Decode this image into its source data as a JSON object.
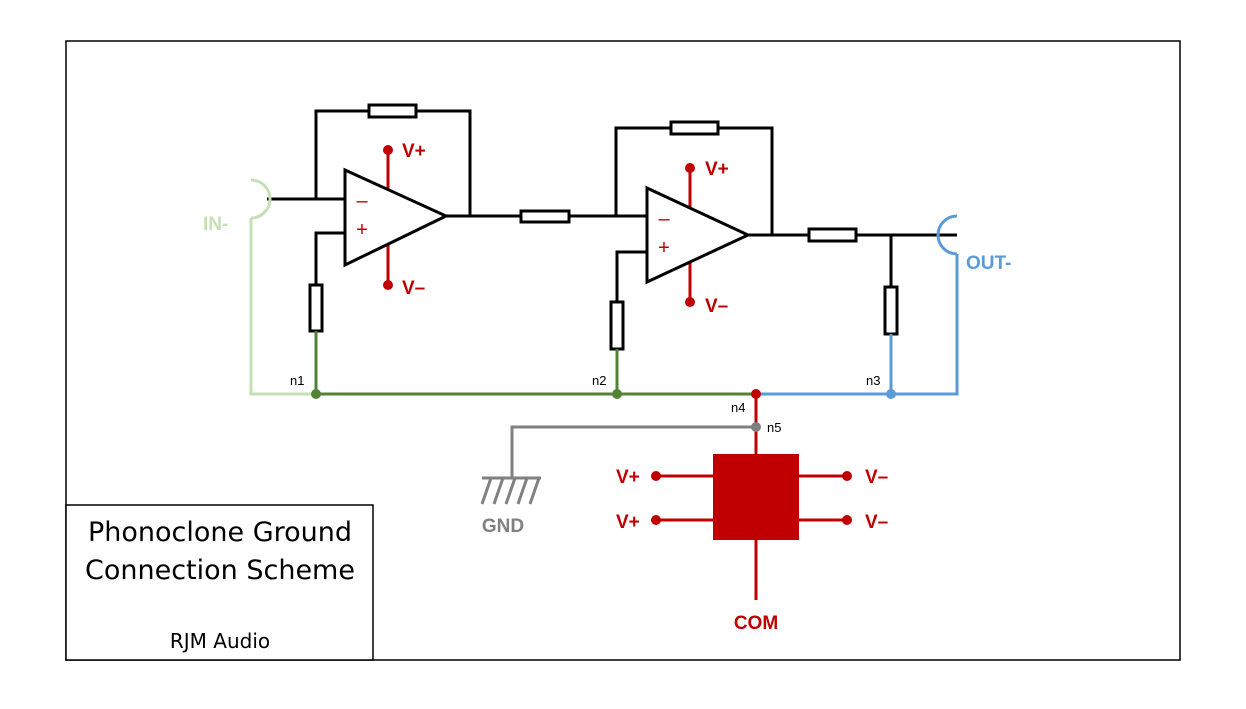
{
  "title_block": {
    "title_line1": "Phonoclone Ground",
    "title_line2": "Connection Scheme",
    "author": "RJM Audio"
  },
  "labels": {
    "in": "IN-",
    "out": "OUT-",
    "gnd": "GND",
    "com": "COM",
    "vplus": "V+",
    "vminus": "V–",
    "opamp_minus": "–",
    "opamp_plus": "+",
    "n1": "n1",
    "n2": "n2",
    "n3": "n3",
    "n4": "n4",
    "n5": "n5"
  },
  "colors": {
    "wire": "#000000",
    "input_ground": "#c5e0b4",
    "signal_ground": "#548235",
    "output_ground": "#5b9bd5",
    "power": "#c00000",
    "chassis_ground": "#808080"
  }
}
